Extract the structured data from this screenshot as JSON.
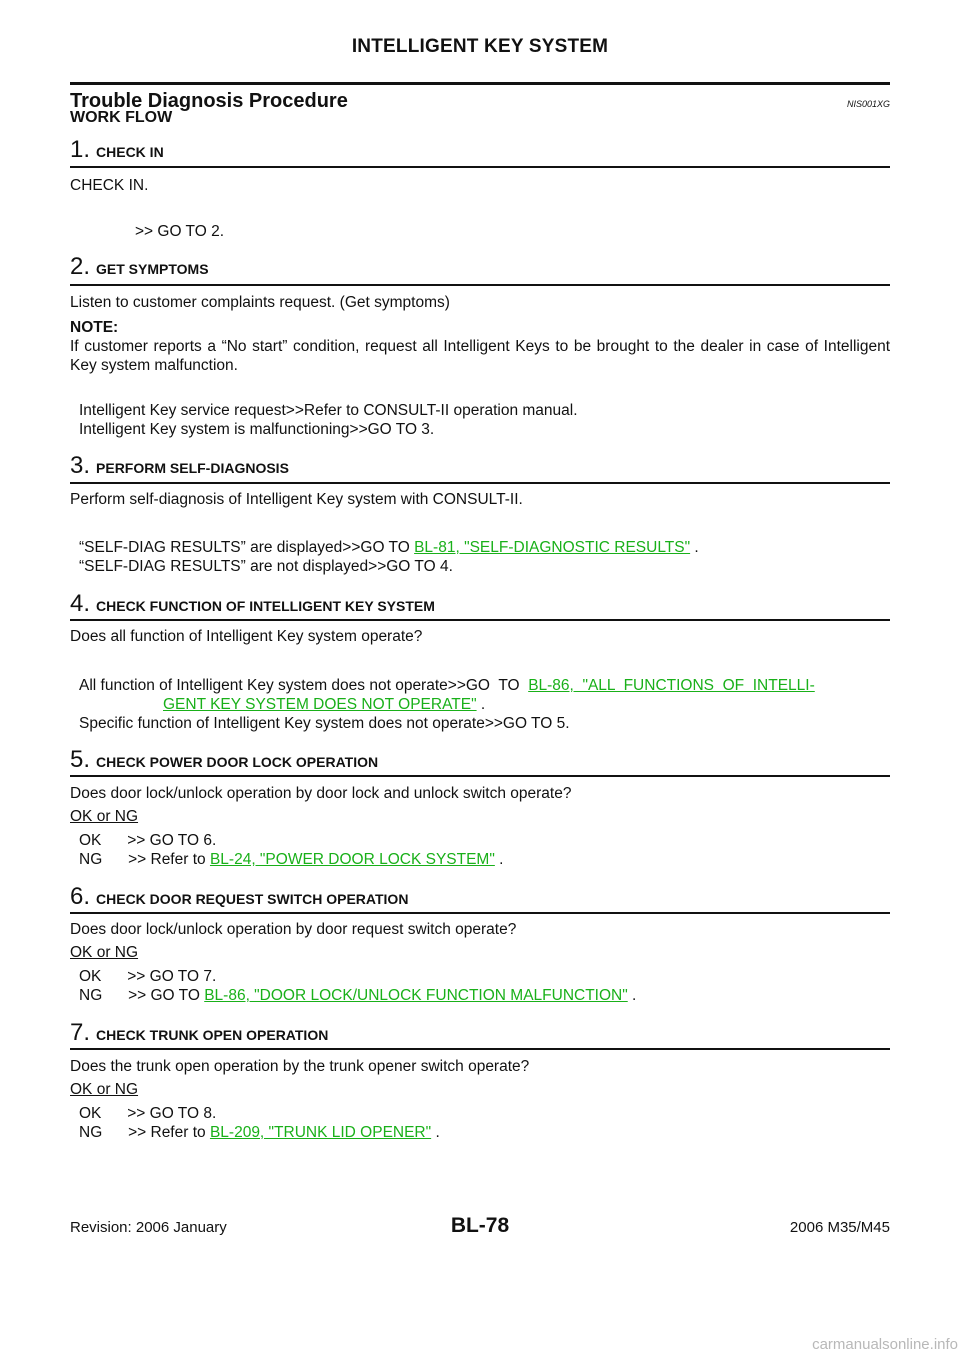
{
  "header": {
    "title": "INTELLIGENT KEY SYSTEM"
  },
  "section": {
    "title": "Trouble Diagnosis Procedure",
    "code": "NIS001XG",
    "subtitle": "WORK FLOW"
  },
  "steps": [
    {
      "num": "1.",
      "title": "CHECK IN",
      "text": "CHECK IN.",
      "result": ">> GO TO 2."
    },
    {
      "num": "2.",
      "title": "GET SYMPTOMS",
      "text": "Listen to customer complaints request. (Get symptoms)",
      "note_label": "NOTE:",
      "note_text": "If customer reports a “No start” condition, request all Intelligent Keys to be brought to the dealer in case of Intelligent Key system malfunction.",
      "result1": "Intelligent Key service request>>Refer to CONSULT-II operation manual.",
      "result2": "Intelligent Key system is malfunctioning>>GO TO 3."
    },
    {
      "num": "3.",
      "title": "PERFORM SELF-DIAGNOSIS",
      "text": "Perform self-diagnosis of Intelligent Key system with CONSULT-II.",
      "result1_pre": "“SELF-DIAG RESULTS” are displayed>>GO TO ",
      "result1_link": "BL-81, \"SELF-DIAGNOSTIC RESULTS\"",
      "result1_post": " .",
      "result2": "“SELF-DIAG RESULTS” are not displayed>>GO TO 4."
    },
    {
      "num": "4.",
      "title": "CHECK FUNCTION OF INTELLIGENT KEY SYSTEM",
      "text": "Does all function of Intelligent Key system operate?",
      "result1_pre": "All function of Intelligent Key system does not operate>>GO  TO  ",
      "result1_link_a": "BL-86,  \"ALL  FUNCTIONS  OF  INTELLI-",
      "result1_link_b": "GENT KEY SYSTEM DOES NOT OPERATE\"",
      "result1_post": " .",
      "result2": "Specific function of Intelligent Key system does not operate>>GO TO 5."
    },
    {
      "num": "5.",
      "title": "CHECK POWER DOOR LOCK OPERATION",
      "text": "Does door lock/unlock operation by door lock and unlock switch operate?",
      "okng": "OK or NG",
      "ok": "OK      >> GO TO 6.",
      "ng_pre": "NG      >> Refer to ",
      "ng_link": "BL-24, \"POWER DOOR LOCK SYSTEM\"",
      "ng_post": " ."
    },
    {
      "num": "6.",
      "title": "CHECK DOOR REQUEST SWITCH OPERATION",
      "text": "Does door lock/unlock operation by door request switch operate?",
      "okng": "OK or NG",
      "ok": "OK      >> GO TO 7.",
      "ng_pre": "NG      >> GO TO ",
      "ng_link": "BL-86, \"DOOR LOCK/UNLOCK FUNCTION MALFUNCTION\"",
      "ng_post": " ."
    },
    {
      "num": "7.",
      "title": "CHECK TRUNK OPEN OPERATION",
      "text": "Does the trunk open operation by the trunk opener switch operate?",
      "okng": "OK or NG",
      "ok": "OK      >> GO TO 8.",
      "ng_pre": "NG      >> Refer to ",
      "ng_link": "BL-209, \"TRUNK LID OPENER\"",
      "ng_post": " ."
    }
  ],
  "footer": {
    "revision": "Revision: 2006 January",
    "page": "BL-78",
    "model": "2006 M35/M45"
  },
  "watermark": "carmanualsonline.info",
  "colors": {
    "link": "#19b019",
    "text": "#111111",
    "watermark": "#b8b8b8"
  }
}
